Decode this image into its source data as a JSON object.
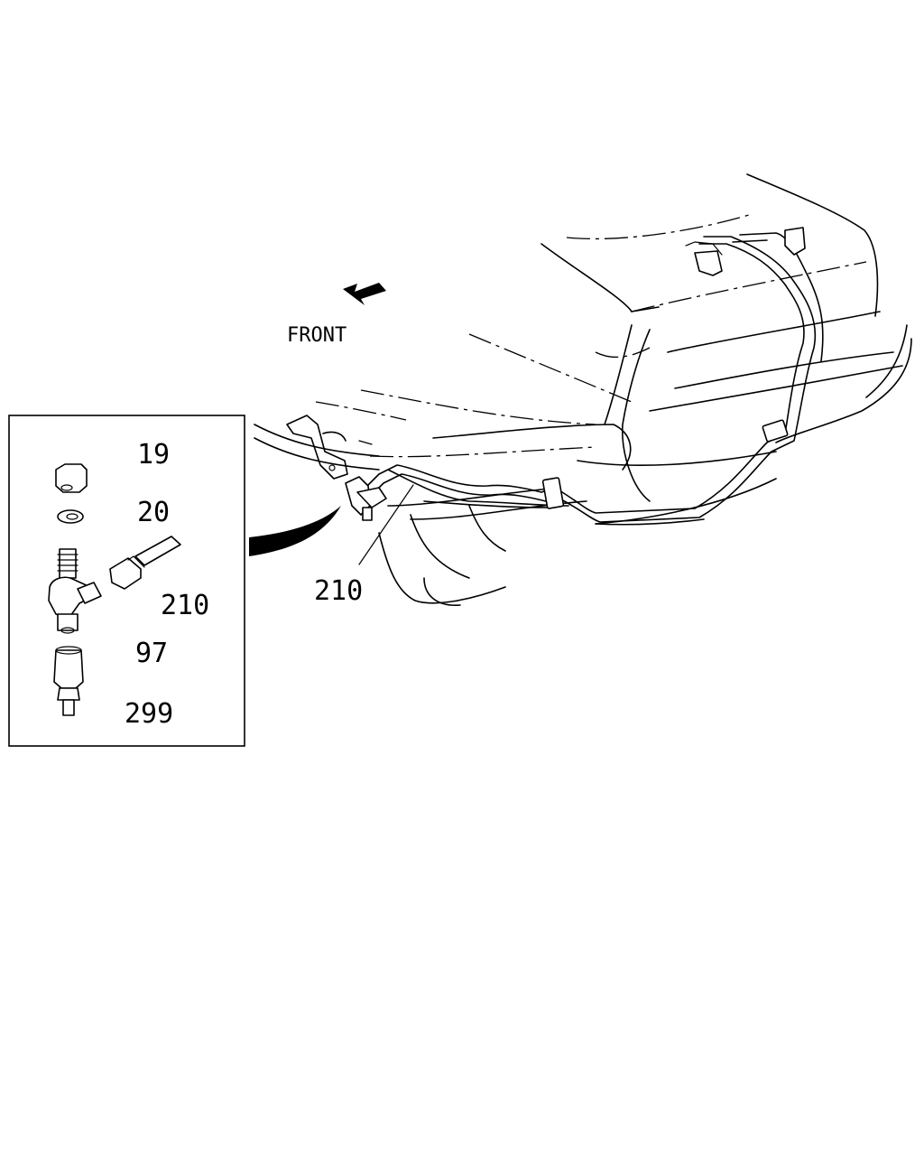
{
  "direction_label": "FRONT",
  "callouts": {
    "pipe_main": "210",
    "nut": "19",
    "clip": "20",
    "pipe_inset": "210",
    "union": "97",
    "connector": "299"
  }
}
